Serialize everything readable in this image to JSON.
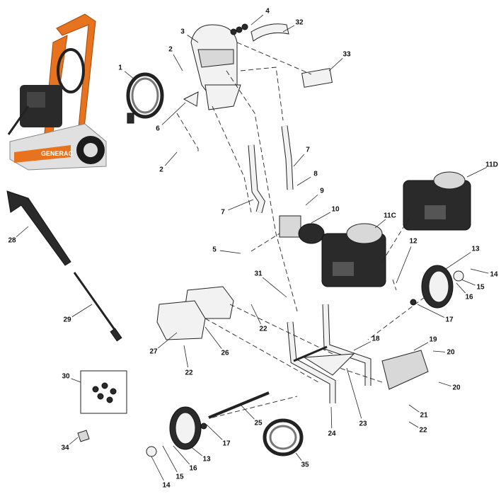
{
  "diagram": {
    "product_photo_brand": "GENERAC",
    "callouts": [
      "4",
      "3",
      "32",
      "2",
      "33",
      "1",
      "6",
      "2",
      "7",
      "7",
      "8",
      "9",
      "11D",
      "10",
      "11C",
      "5",
      "12",
      "13",
      "14",
      "15",
      "16",
      "17",
      "31",
      "22",
      "27",
      "26",
      "22",
      "18",
      "19",
      "20",
      "20",
      "21",
      "22",
      "23",
      "24",
      "25",
      "17",
      "13",
      "16",
      "15",
      "14",
      "35",
      "34",
      "30",
      "28",
      "29"
    ],
    "colors": {
      "frame_orange": "#e8731e",
      "engine_black": "#2a2a2a",
      "line": "#222222"
    }
  }
}
